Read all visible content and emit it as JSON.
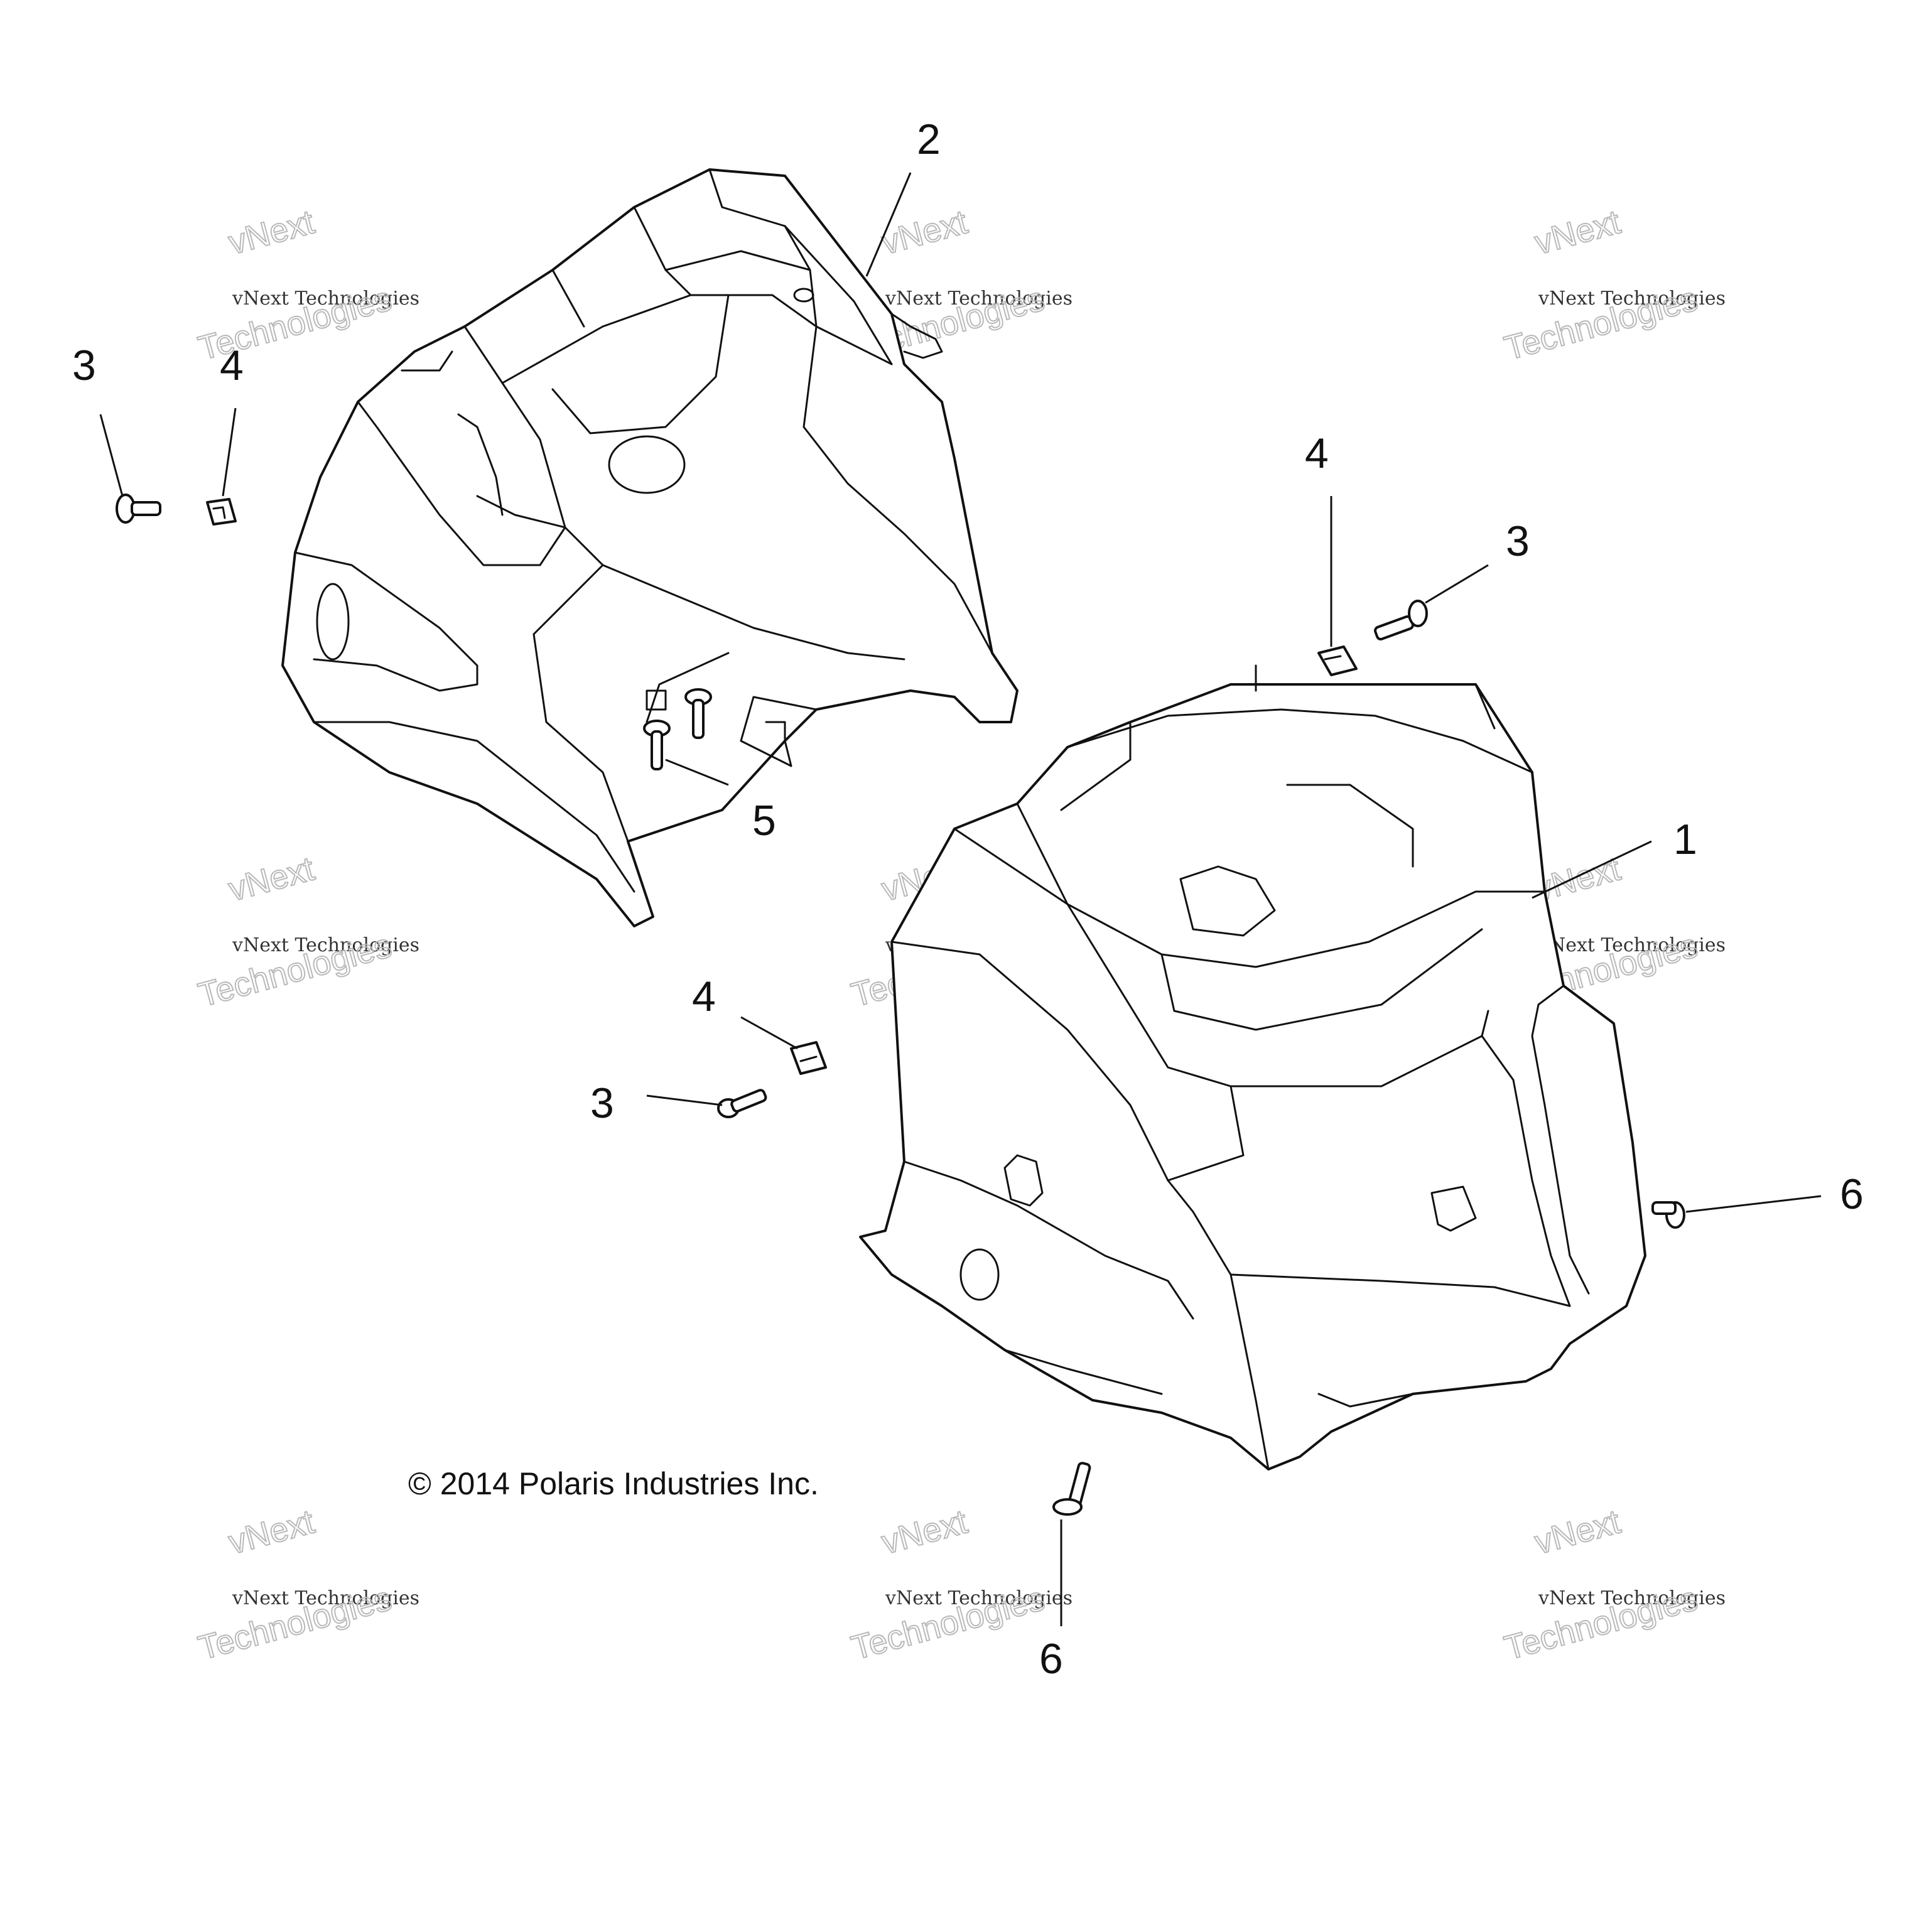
{
  "diagram": {
    "callouts": [
      {
        "id": "c2",
        "text": "2"
      },
      {
        "id": "c3a",
        "text": "3"
      },
      {
        "id": "c4a",
        "text": "4"
      },
      {
        "id": "c5",
        "text": "5"
      },
      {
        "id": "c4b",
        "text": "4"
      },
      {
        "id": "c3b",
        "text": "3"
      },
      {
        "id": "c1",
        "text": "1"
      },
      {
        "id": "c4c",
        "text": "4"
      },
      {
        "id": "c3c",
        "text": "3"
      },
      {
        "id": "c6a",
        "text": "6"
      },
      {
        "id": "c6b",
        "text": "6"
      }
    ],
    "copyright": "© 2014 Polaris Industries Inc.",
    "watermark": {
      "line1": "vNext",
      "line2": "vNext Technologies",
      "line3": "Technologies"
    }
  }
}
